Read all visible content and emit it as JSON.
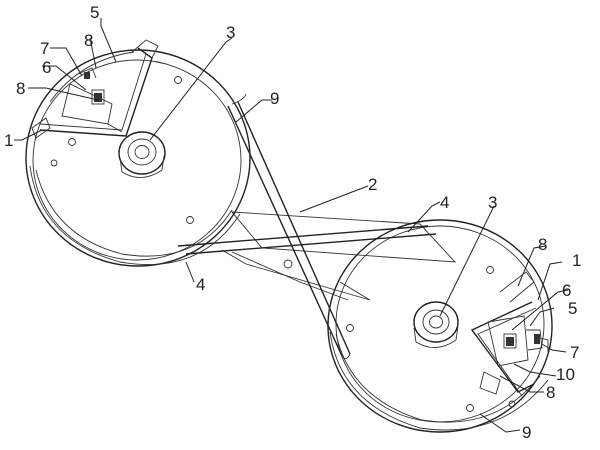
{
  "labels": {
    "l1_left": "1",
    "l1_right": "1",
    "l2": "2",
    "l3_left": "3",
    "l3_right": "3",
    "l4_left": "4",
    "l4_right": "4",
    "l5_left": "5",
    "l5_right": "5",
    "l6_left": "6",
    "l6_right": "6",
    "l7_left": "7",
    "l7_right": "7",
    "l8_left_a": "8",
    "l8_left_b": "8",
    "l8_right_a": "8",
    "l8_right_b": "8",
    "l9_top": "9",
    "l9_bottom": "9",
    "l10": "10"
  },
  "colors": {
    "line": "#222222",
    "background": "#ffffff"
  }
}
